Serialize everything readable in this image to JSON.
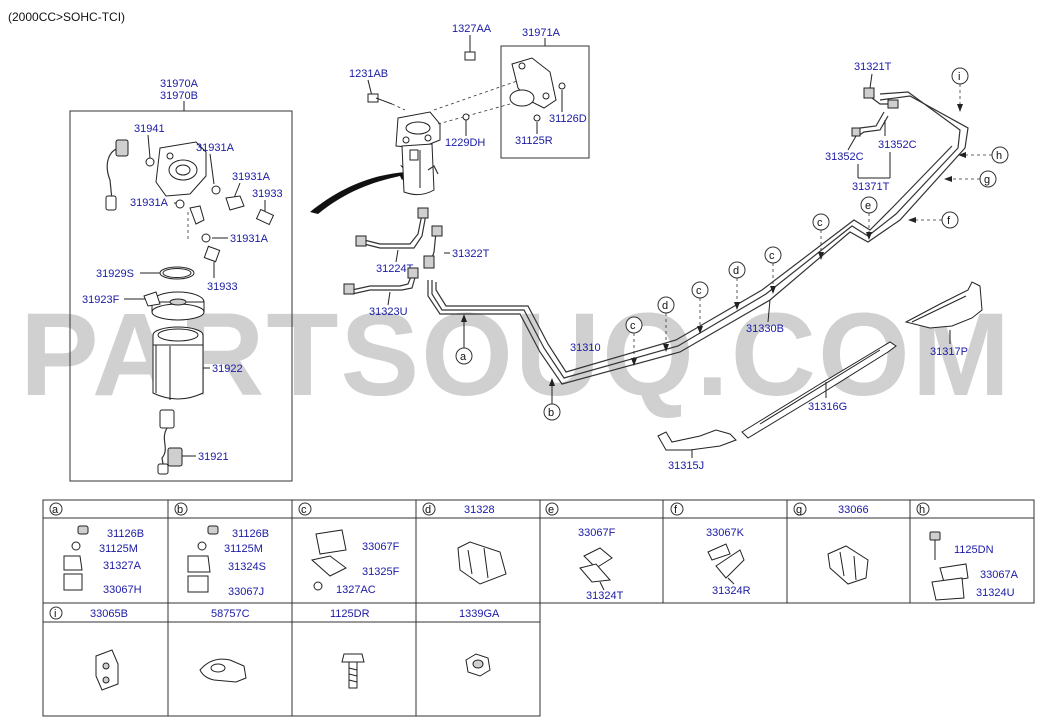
{
  "header": {
    "variant": "(2000CC>SOHC-TCI)"
  },
  "watermark": "PARTSOUQ.COM",
  "filter_box": {
    "title1": "31970A",
    "title2": "31970B"
  },
  "labels": {
    "l31941": "31941",
    "l31931A_1": "31931A",
    "l31931A_2": "31931A",
    "l31931A_3": "31931A",
    "l31931A_4": "31931A",
    "l31933_1": "31933",
    "l31933_2": "31933",
    "l31929S": "31929S",
    "l31923F": "31923F",
    "l31922": "31922",
    "l31921": "31921",
    "l1231AB": "1231AB",
    "l1327AA": "1327AA",
    "l31971A": "31971A",
    "l31126D": "31126D",
    "l31125R": "31125R",
    "l1229DH": "1229DH",
    "l31224T": "31224T",
    "l31322T": "31322T",
    "l31323U": "31323U",
    "l31310": "31310",
    "l31330B": "31330B",
    "l31321T": "31321T",
    "l31352C_1": "31352C",
    "l31352C_2": "31352C",
    "l31371T": "31371T",
    "l31317P": "31317P",
    "l31316G": "31316G",
    "l31315J": "31315J"
  },
  "callouts": {
    "a": "a",
    "b": "b",
    "c": "c",
    "d": "d",
    "e": "e",
    "f": "f",
    "g": "g",
    "h": "h",
    "i": "i"
  },
  "table": {
    "row1": [
      {
        "key": "a",
        "title": "",
        "parts": [
          "31126B",
          "31125M",
          "31327A",
          "33067H"
        ]
      },
      {
        "key": "b",
        "title": "",
        "parts": [
          "31126B",
          "31125M",
          "31324S",
          "33067J"
        ]
      },
      {
        "key": "c",
        "title": "",
        "parts": [
          "33067F",
          "31325F",
          "1327AC"
        ]
      },
      {
        "key": "d",
        "title": "31328",
        "parts": []
      },
      {
        "key": "e",
        "title": "",
        "parts": [
          "33067F",
          "31324T"
        ]
      },
      {
        "key": "f",
        "title": "",
        "parts": [
          "33067K",
          "31324R"
        ]
      },
      {
        "key": "g",
        "title": "33066",
        "parts": []
      },
      {
        "key": "h",
        "title": "",
        "parts": [
          "1125DN",
          "33067A",
          "31324U"
        ]
      }
    ],
    "row2": [
      {
        "key": "i",
        "title": "33065B"
      },
      {
        "key": "",
        "title": "58757C"
      },
      {
        "key": "",
        "title": "1125DR"
      },
      {
        "key": "",
        "title": "1339GA"
      }
    ]
  }
}
